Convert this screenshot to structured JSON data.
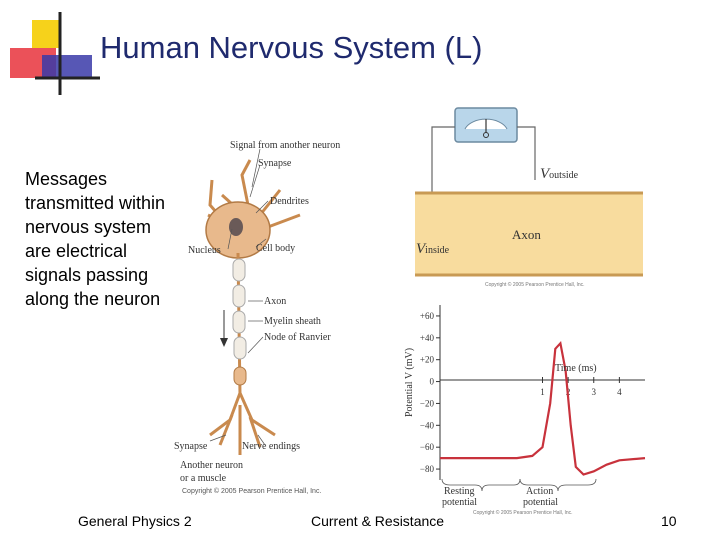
{
  "slide": {
    "title": "Human Nervous System (L)",
    "body": "Messages transmitted within nervous system are electrical signals passing along the neuron"
  },
  "neuron_figure": {
    "labels": {
      "signal": "Signal from another neuron",
      "synapse_top": "Synapse",
      "dendrites": "Dendrites",
      "nucleus": "Nucleus",
      "cell_body": "Cell body",
      "axon": "Axon",
      "myelin": "Myelin sheath",
      "node": "Node of Ranvier",
      "synapse_bottom": "Synapse",
      "nerve_endings": "Nerve endings",
      "another_neuron_1": "Another neuron",
      "another_neuron_2": "or a muscle"
    },
    "copyright": "Copyright © 2005 Pearson Prentice Hall, Inc."
  },
  "axon_figure": {
    "v_outside": "V",
    "v_outside_sub": "outside",
    "v_inside": "V",
    "v_inside_sub": "inside",
    "axon_label": "Axon",
    "copyright": "Copyright © 2005 Pearson Prentice Hall, Inc."
  },
  "chart_data": {
    "type": "line",
    "xlabel": "Time (ms)",
    "ylabel": "Potential V (mV)",
    "x_ticks": [
      1,
      2,
      3,
      4
    ],
    "y_ticks": [
      "+60",
      "+40",
      "+20",
      "0",
      "−20",
      "−40",
      "−60",
      "−80"
    ],
    "ylim": [
      -90,
      70
    ],
    "xlim": [
      -3,
      5
    ],
    "series": [
      {
        "x": [
          -3,
          0,
          0.6,
          1.0,
          1.3,
          1.5,
          1.7,
          1.9,
          2.1,
          2.3,
          2.6,
          3.0,
          3.5,
          4.0,
          5.0
        ],
        "values": [
          -70,
          -70,
          -68,
          -60,
          -20,
          30,
          35,
          10,
          -40,
          -78,
          -85,
          -82,
          -76,
          -72,
          -70
        ]
      }
    ],
    "annotations": [
      {
        "line1": "Resting",
        "line2": "potential"
      },
      {
        "line1": "Action",
        "line2": "potential"
      }
    ],
    "copyright": "Copyright © 2005 Pearson Prentice Hall, Inc."
  },
  "footer": {
    "left": "General Physics 2",
    "center": "Current & Resistance",
    "page": "10"
  },
  "colors": {
    "title": "#1f2a6e",
    "curve": "#c8323c",
    "axon_fill": "#f8dc9e"
  }
}
